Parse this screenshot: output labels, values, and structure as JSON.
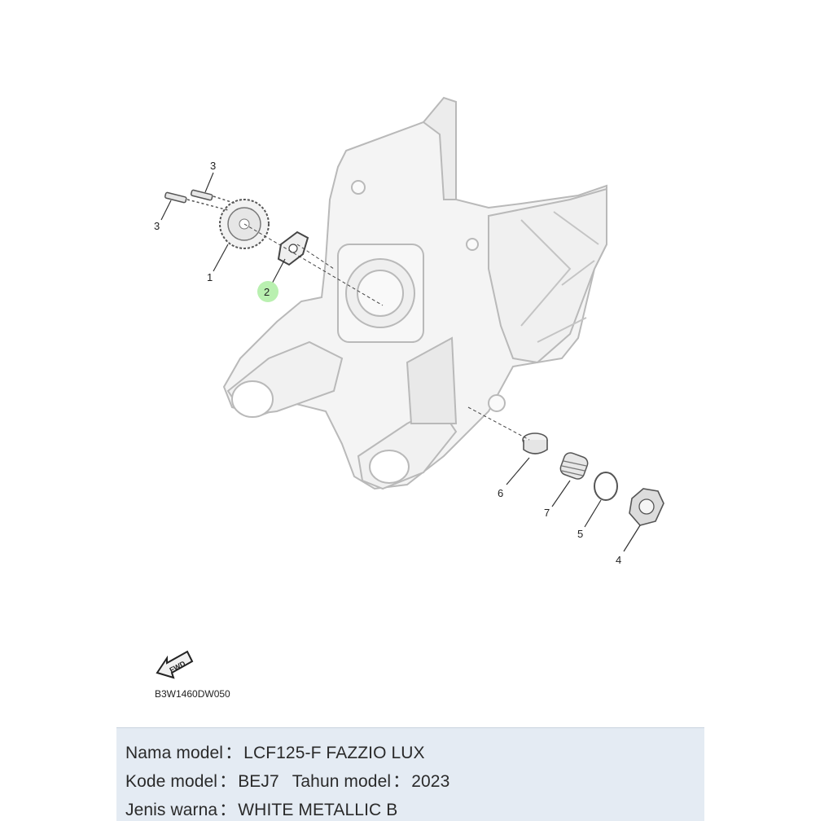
{
  "diagram": {
    "code": "B3W1460DW050",
    "fwd_label": "FWD",
    "callouts": [
      {
        "id": "c1",
        "text": "1"
      },
      {
        "id": "c2",
        "text": "2"
      },
      {
        "id": "c3a",
        "text": "3"
      },
      {
        "id": "c3b",
        "text": "3"
      },
      {
        "id": "c4",
        "text": "4"
      },
      {
        "id": "c5",
        "text": "5"
      },
      {
        "id": "c6",
        "text": "6"
      },
      {
        "id": "c7",
        "text": "7"
      }
    ],
    "highlight_color": "#b9f0b0"
  },
  "info": {
    "model_name_label": "Nama model",
    "model_name_value": "LCF125-F FAZZIO LUX",
    "model_code_label": "Kode model",
    "model_code_value": "BEJ7",
    "model_year_label": "Tahun model",
    "model_year_value": "2023",
    "color_label": "Jenis warna",
    "color_value": "WHITE METALLIC B",
    "separator": "："
  }
}
